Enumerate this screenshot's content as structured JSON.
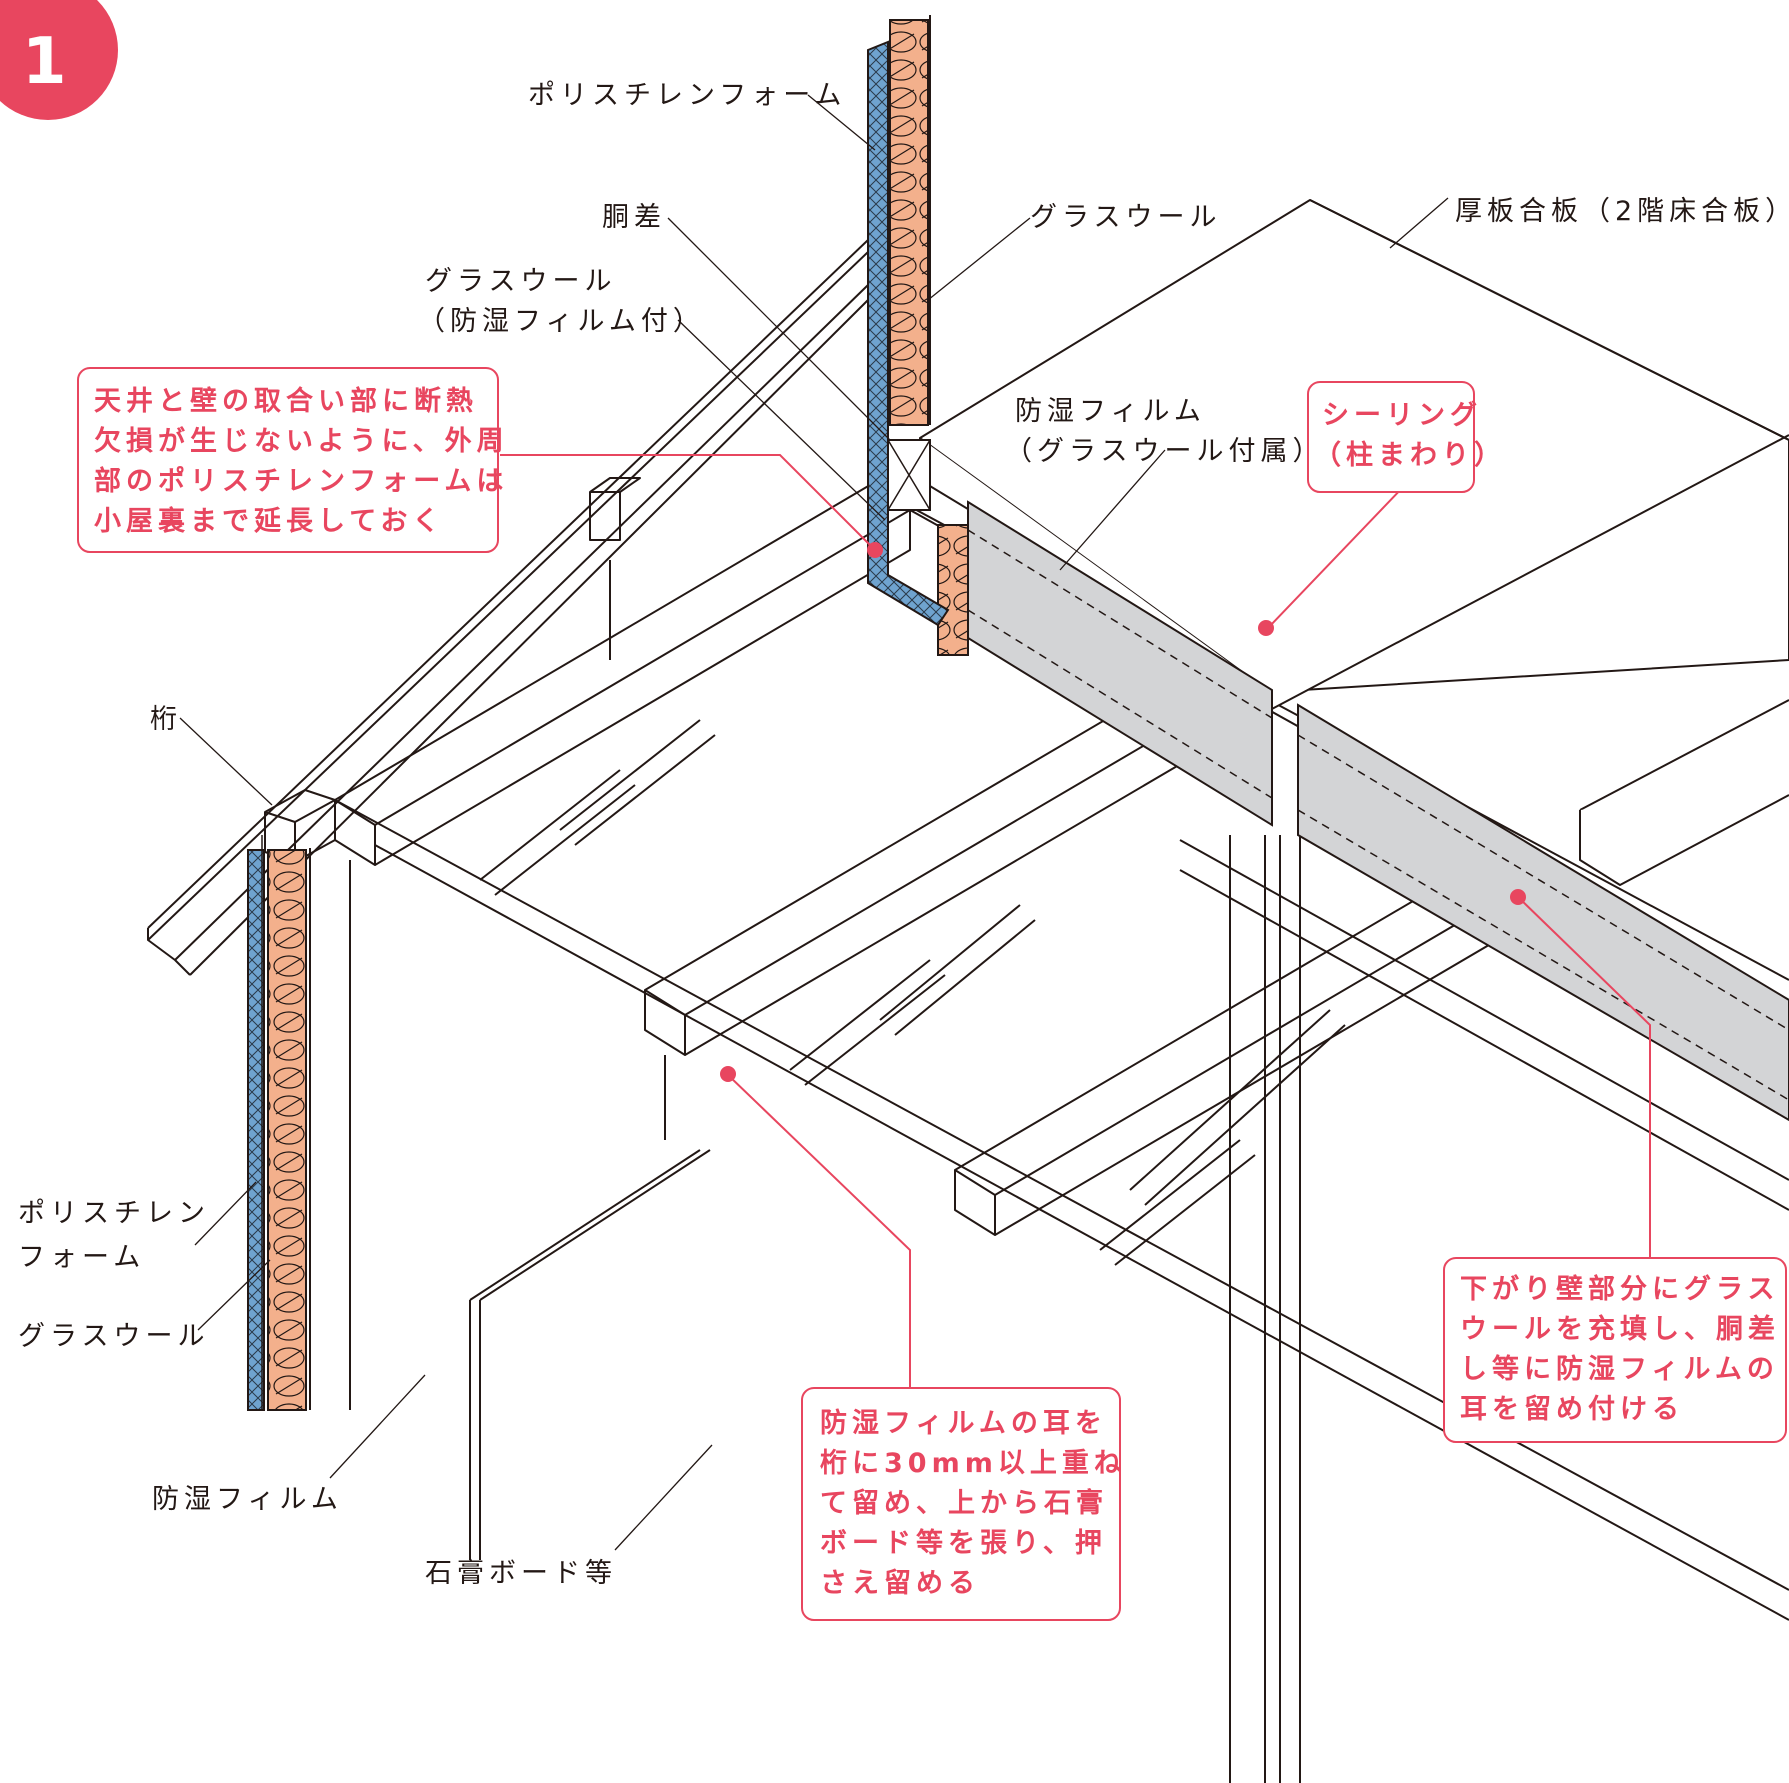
{
  "badge": {
    "number": "1"
  },
  "colors": {
    "accent": "#e8465f",
    "polystyrene_foam": "#6fa3cf",
    "glass_wool": "#f3b08c",
    "vapor_film": "#d3d4d6",
    "line": "#231815"
  },
  "labels": {
    "polystyrene_top": "ポリスチレンフォーム",
    "dousashi": "胴差",
    "glasswool_top": "グラスウール",
    "glasswool_film_l1": "グラスウール",
    "glasswool_film_l2": "（防湿フィルム付）",
    "plywood": "厚板合板（2階床合板）",
    "vapor_film_attached_l1": "防湿フィルム",
    "vapor_film_attached_l2": "（グラスウール付属）",
    "keta": "桁",
    "polystyrene_left_l1": "ポリスチレン",
    "polystyrene_left_l2": "フォーム",
    "glasswool_left": "グラスウール",
    "vapor_film": "防湿フィルム",
    "gypsum_board": "石膏ボード等"
  },
  "callouts": {
    "extend_foam": [
      "天井と壁の取合い部に断熱",
      "欠損が生じないように、外周",
      "部のポリスチレンフォームは",
      "小屋裏まで延長しておく"
    ],
    "sealing": [
      "シーリング",
      "（柱まわり）"
    ],
    "film_overlap": [
      "防湿フィルムの耳を",
      "桁に30mm以上重ね",
      "て留め、上から石膏",
      "ボード等を張り、押",
      "さえ留める"
    ],
    "drop_wall": [
      "下がり壁部分にグラス",
      "ウールを充填し、胴差",
      "し等に防湿フィルムの",
      "耳を留め付ける"
    ]
  }
}
